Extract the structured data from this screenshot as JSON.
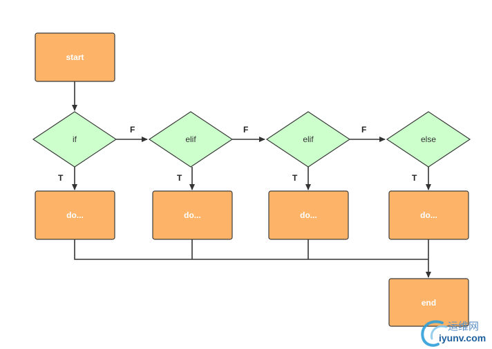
{
  "nodes": {
    "start": "start",
    "if": "if",
    "elif_1": "elif",
    "elif_2": "elif",
    "else": "else",
    "do_1": "do...",
    "do_2": "do...",
    "do_3": "do...",
    "do_4": "do...",
    "end": "end"
  },
  "edge_labels": {
    "false": "F",
    "true": "T"
  },
  "watermark": {
    "cn": "运维网",
    "en": "iyunv.com"
  },
  "colors": {
    "process_fill": "#feb468",
    "decision_fill": "#ccffcc",
    "line": "#333333"
  }
}
